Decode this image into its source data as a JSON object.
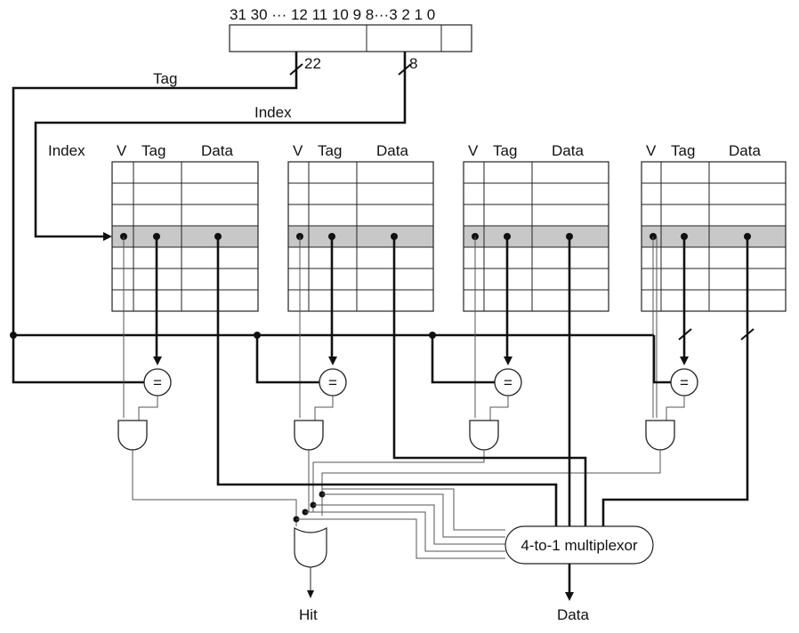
{
  "address": {
    "bit_labels": "31 30 ··· 12 11 10 9 8···3 2 1 0",
    "tag_width": "22",
    "index_width": "8"
  },
  "signals": {
    "tag": "Tag",
    "index": "Index",
    "hit": "Hit",
    "data_out": "Data"
  },
  "ways": [
    {
      "index_label": "Index",
      "v": "V",
      "tag": "Tag",
      "data": "Data"
    },
    {
      "v": "V",
      "tag": "Tag",
      "data": "Data"
    },
    {
      "v": "V",
      "tag": "Tag",
      "data": "Data"
    },
    {
      "v": "V",
      "tag": "Tag",
      "data": "Data"
    }
  ],
  "comparator_symbol": "=",
  "mux_label": "4-to-1 multiplexor"
}
